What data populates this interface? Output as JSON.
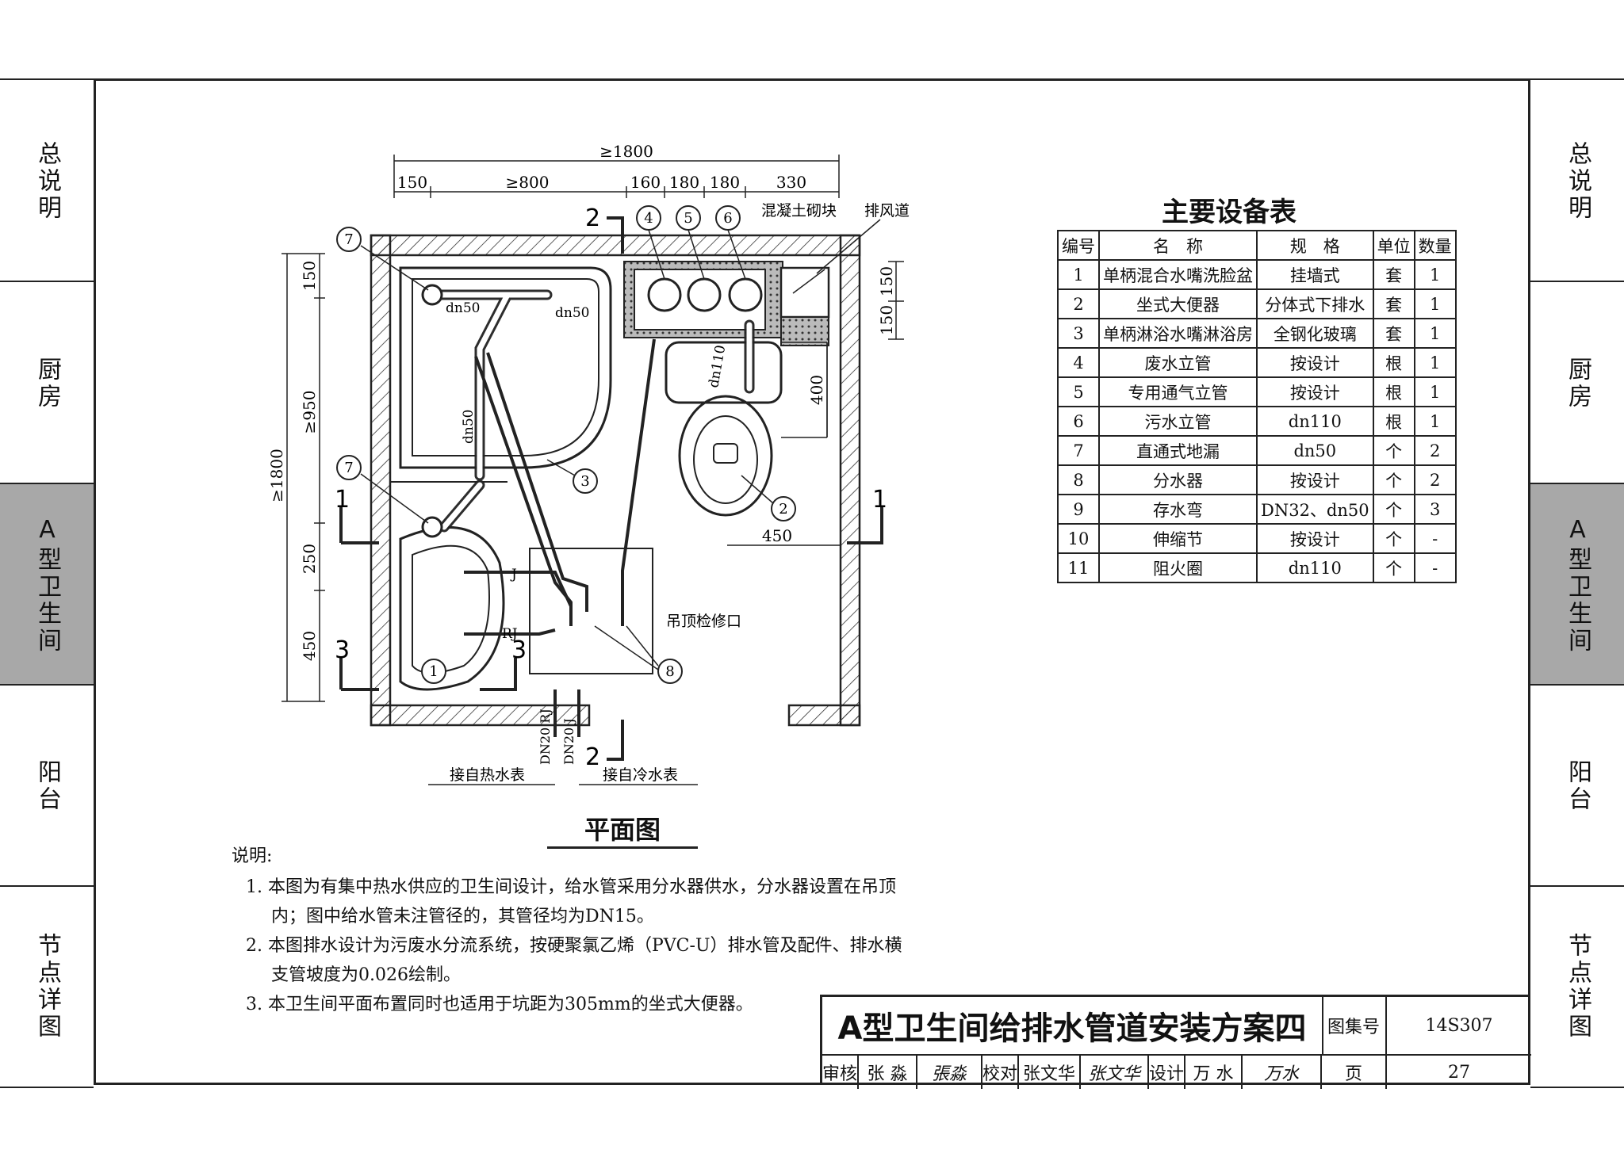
{
  "side_tabs": [
    "总说明",
    "厨房",
    "A型卫生间",
    "阳台",
    "节点详图"
  ],
  "active_tab_index": 2,
  "plan": {
    "title": "平面图",
    "dims_top": {
      "total": "≥1800",
      "d1": "150",
      "d2": "≥800",
      "d3": "160",
      "d4": "180",
      "d5": "180",
      "d6": "330"
    },
    "dims_left": {
      "total": "≥1800",
      "d1": "150",
      "d2": "≥950",
      "d3": "250",
      "d4": "450"
    },
    "dims_right": {
      "d1": "150",
      "d2": "150"
    },
    "dim_400": "400",
    "dim_450": "450",
    "labels": {
      "concrete_block": "混凝土砌块",
      "exhaust_duct": "排风道",
      "ceiling_access": "吊顶检修口",
      "from_hot_meter": "接自热水表",
      "from_cold_meter": "接自冷水表",
      "hot_pipe": "DN20 RJ",
      "cold_pipe": "DN20 J",
      "dn50_a": "dn50",
      "dn50_b": "dn50",
      "dn50_v": "dn50",
      "dn110": "dn110",
      "pipe_J": "J",
      "pipe_RJ": "RJ"
    },
    "sections": {
      "s1": "1",
      "s2": "2",
      "s3": "3"
    },
    "callouts": [
      "1",
      "2",
      "3",
      "4",
      "5",
      "6",
      "7",
      "8"
    ]
  },
  "equipment": {
    "title": "主要设备表",
    "headers": [
      "编号",
      "名　称",
      "规　格",
      "单位",
      "数量"
    ],
    "rows": [
      [
        "1",
        "单柄混合水嘴洗脸盆",
        "挂墙式",
        "套",
        "1"
      ],
      [
        "2",
        "坐式大便器",
        "分体式下排水",
        "套",
        "1"
      ],
      [
        "3",
        "单柄淋浴水嘴淋浴房",
        "全钢化玻璃",
        "套",
        "1"
      ],
      [
        "4",
        "废水立管",
        "按设计",
        "根",
        "1"
      ],
      [
        "5",
        "专用通气立管",
        "按设计",
        "根",
        "1"
      ],
      [
        "6",
        "污水立管",
        "dn110",
        "根",
        "1"
      ],
      [
        "7",
        "直通式地漏",
        "dn50",
        "个",
        "2"
      ],
      [
        "8",
        "分水器",
        "按设计",
        "个",
        "2"
      ],
      [
        "9",
        "存水弯",
        "DN32、dn50",
        "个",
        "3"
      ],
      [
        "10",
        "伸缩节",
        "按设计",
        "个",
        "-"
      ],
      [
        "11",
        "阻火圈",
        "dn110",
        "个",
        "-"
      ]
    ]
  },
  "notes": {
    "head": "说明:",
    "items": [
      "1. 本图为有集中热水供应的卫生间设计，给水管采用分水器供水，分水器设置在吊顶内；图中给水管未注管径的，其管径均为DN15。",
      "2. 本图排水设计为污废水分流系统，按硬聚氯乙烯（PVC-U）排水管及配件、排水横支管坡度为0.026绘制。",
      "3. 本卫生间平面布置同时也适用于坑距为305mm的坐式大便器。"
    ]
  },
  "title_block": {
    "title": "A型卫生间给排水管道安装方案四",
    "atlas_label": "图集号",
    "atlas_no": "14S307",
    "review_label": "审核",
    "reviewer": "张 淼",
    "reviewer_sig": "張淼",
    "check_label": "校对",
    "checker": "张文华",
    "checker_sig": "张文华",
    "design_label": "设计",
    "designer": "万 水",
    "designer_sig": "万水",
    "page_label": "页",
    "page_no": "27"
  }
}
